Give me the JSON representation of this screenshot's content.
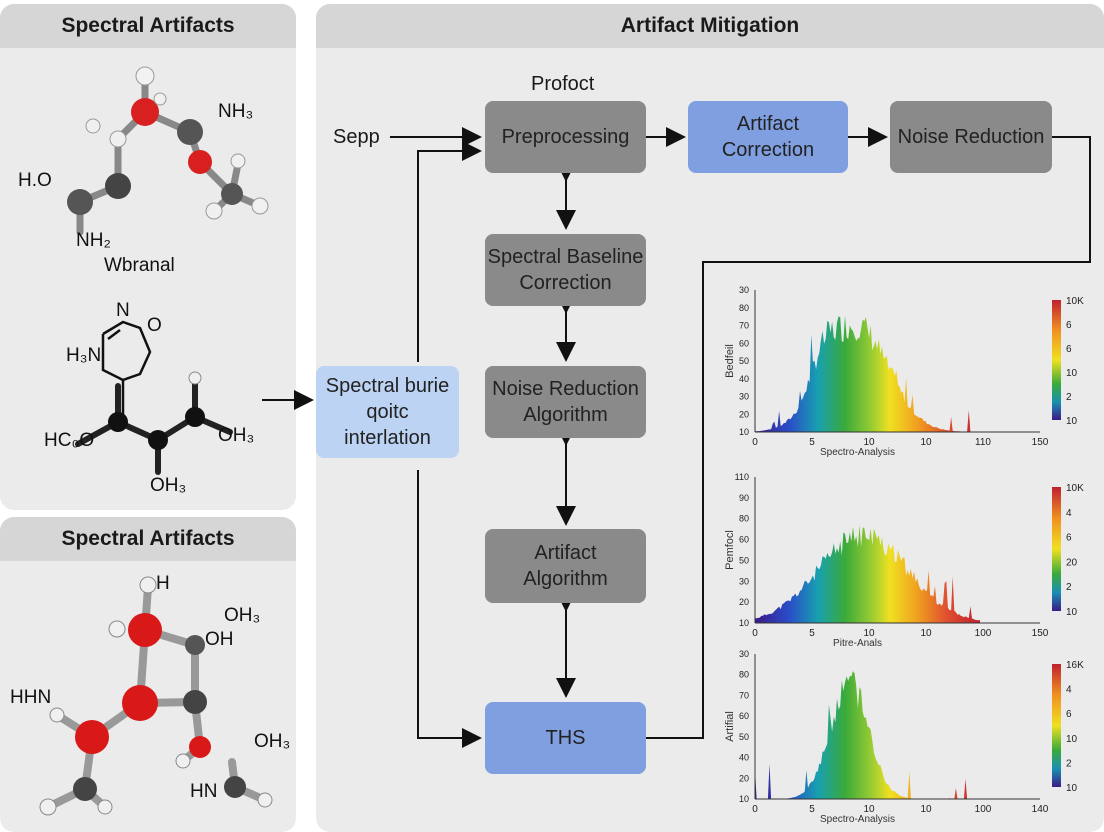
{
  "left_top": {
    "title": "Spectral Artifacts",
    "labels": [
      "H.O",
      "NH₂",
      "NH₃",
      "Wbranal",
      "H₃N",
      "O",
      "N",
      "HC₀O",
      "OH₃",
      "OH₃"
    ]
  },
  "left_bottom": {
    "title": "Spectral Artifacts",
    "labels": [
      "H",
      "OH₃",
      "OH",
      "HHN",
      "OH₃",
      "HN"
    ]
  },
  "main": {
    "title": "Artifact Mitigation",
    "profoct": "Profoct",
    "sepp": "Sepp",
    "boxes": {
      "preprocessing": "Preprocessing",
      "artifact_correction": [
        "Artifact",
        "Correction"
      ],
      "noise_reduction": "Noise Reduction",
      "baseline": [
        "Spectral Baseline",
        "Correction"
      ],
      "noise_algo": [
        "Noise Reduction",
        "Algorithm"
      ],
      "artifact_algo": [
        "Artifact",
        "Algorithm"
      ],
      "ths": "THS",
      "spectral_interp": [
        "Spectral burie",
        "qoitc",
        "interlation"
      ]
    }
  },
  "chart_data": [
    {
      "type": "area",
      "xlabel": "Spectro-Analysis",
      "ylabel": "Bedfeil",
      "xticks": [
        "0",
        "5",
        "10",
        "10",
        "110",
        "150"
      ],
      "yticks": [
        "30",
        "80",
        "70",
        "60",
        "50",
        "40",
        "30",
        "20",
        "10"
      ],
      "colorbar": [
        "10K",
        "6",
        "6",
        "10",
        "2",
        "10"
      ]
    },
    {
      "type": "area",
      "xlabel": "Pitre-Anals",
      "ylabel": "Pemfocl",
      "xticks": [
        "0",
        "5",
        "10",
        "10",
        "100",
        "150"
      ],
      "yticks": [
        "110",
        "90",
        "80",
        "60",
        "50",
        "30",
        "20",
        "10"
      ],
      "colorbar": [
        "10K",
        "4",
        "6",
        "20",
        "2",
        "10"
      ]
    },
    {
      "type": "area",
      "xlabel": "Spectro-Analysis",
      "ylabel": "Artifial",
      "xticks": [
        "0",
        "5",
        "10",
        "10",
        "100",
        "140"
      ],
      "yticks": [
        "30",
        "80",
        "70",
        "60",
        "50",
        "40",
        "20",
        "10"
      ],
      "colorbar": [
        "16K",
        "4",
        "6",
        "10",
        "2",
        "10"
      ]
    }
  ]
}
